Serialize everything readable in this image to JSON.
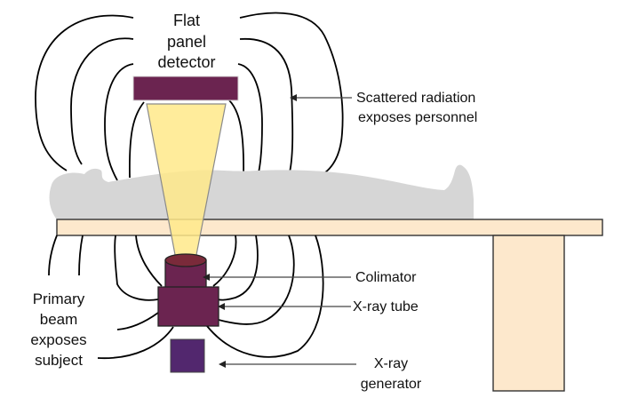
{
  "title": "Fluoroscopy scatter radiation diagram",
  "colors": {
    "detector": "#6b2450",
    "collimator": "#6b2450",
    "tube": "#6b2450",
    "generator": "#52276e",
    "beam": "#ffe98a",
    "table": "#fde8cc",
    "patient": "#d6d6d6",
    "field_lines": "#000000",
    "leader": "#444444"
  },
  "labels": {
    "detector": [
      "Flat",
      "panel",
      "detector"
    ],
    "scatter": [
      "Scattered radiation",
      "exposes personnel"
    ],
    "collimator": "Colimator",
    "tube": "X-ray tube",
    "generator": [
      "X-ray",
      "generator"
    ],
    "primary": [
      "Primary",
      "beam",
      "exposes",
      "subject"
    ]
  }
}
